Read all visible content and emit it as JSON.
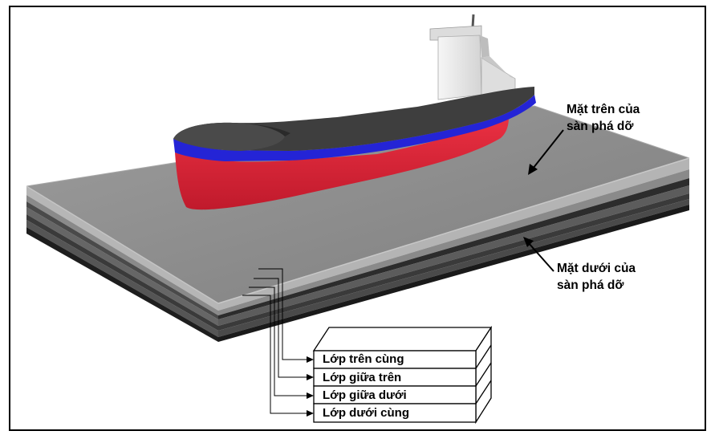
{
  "annotations": {
    "top_surface": [
      "Mặt trên của",
      "sàn phá dỡ"
    ],
    "bottom_surface": [
      "Mặt dưới của",
      "sàn phá dỡ"
    ]
  },
  "layers": [
    "Lớp trên cùng",
    "Lớp giữa trên",
    "Lớp giữa dưới",
    "Lớp dưới cùng"
  ],
  "colors": {
    "hull_red": "#e3283a",
    "hull_stripe_blue": "#2020d8",
    "deck_dark": "#3c3c3c",
    "superstructure": "#ececec",
    "platform_top": "#8e8e8e",
    "platform_edge_light": "#b4b4b4",
    "platform_layer_dark": "#1a1a1a"
  }
}
